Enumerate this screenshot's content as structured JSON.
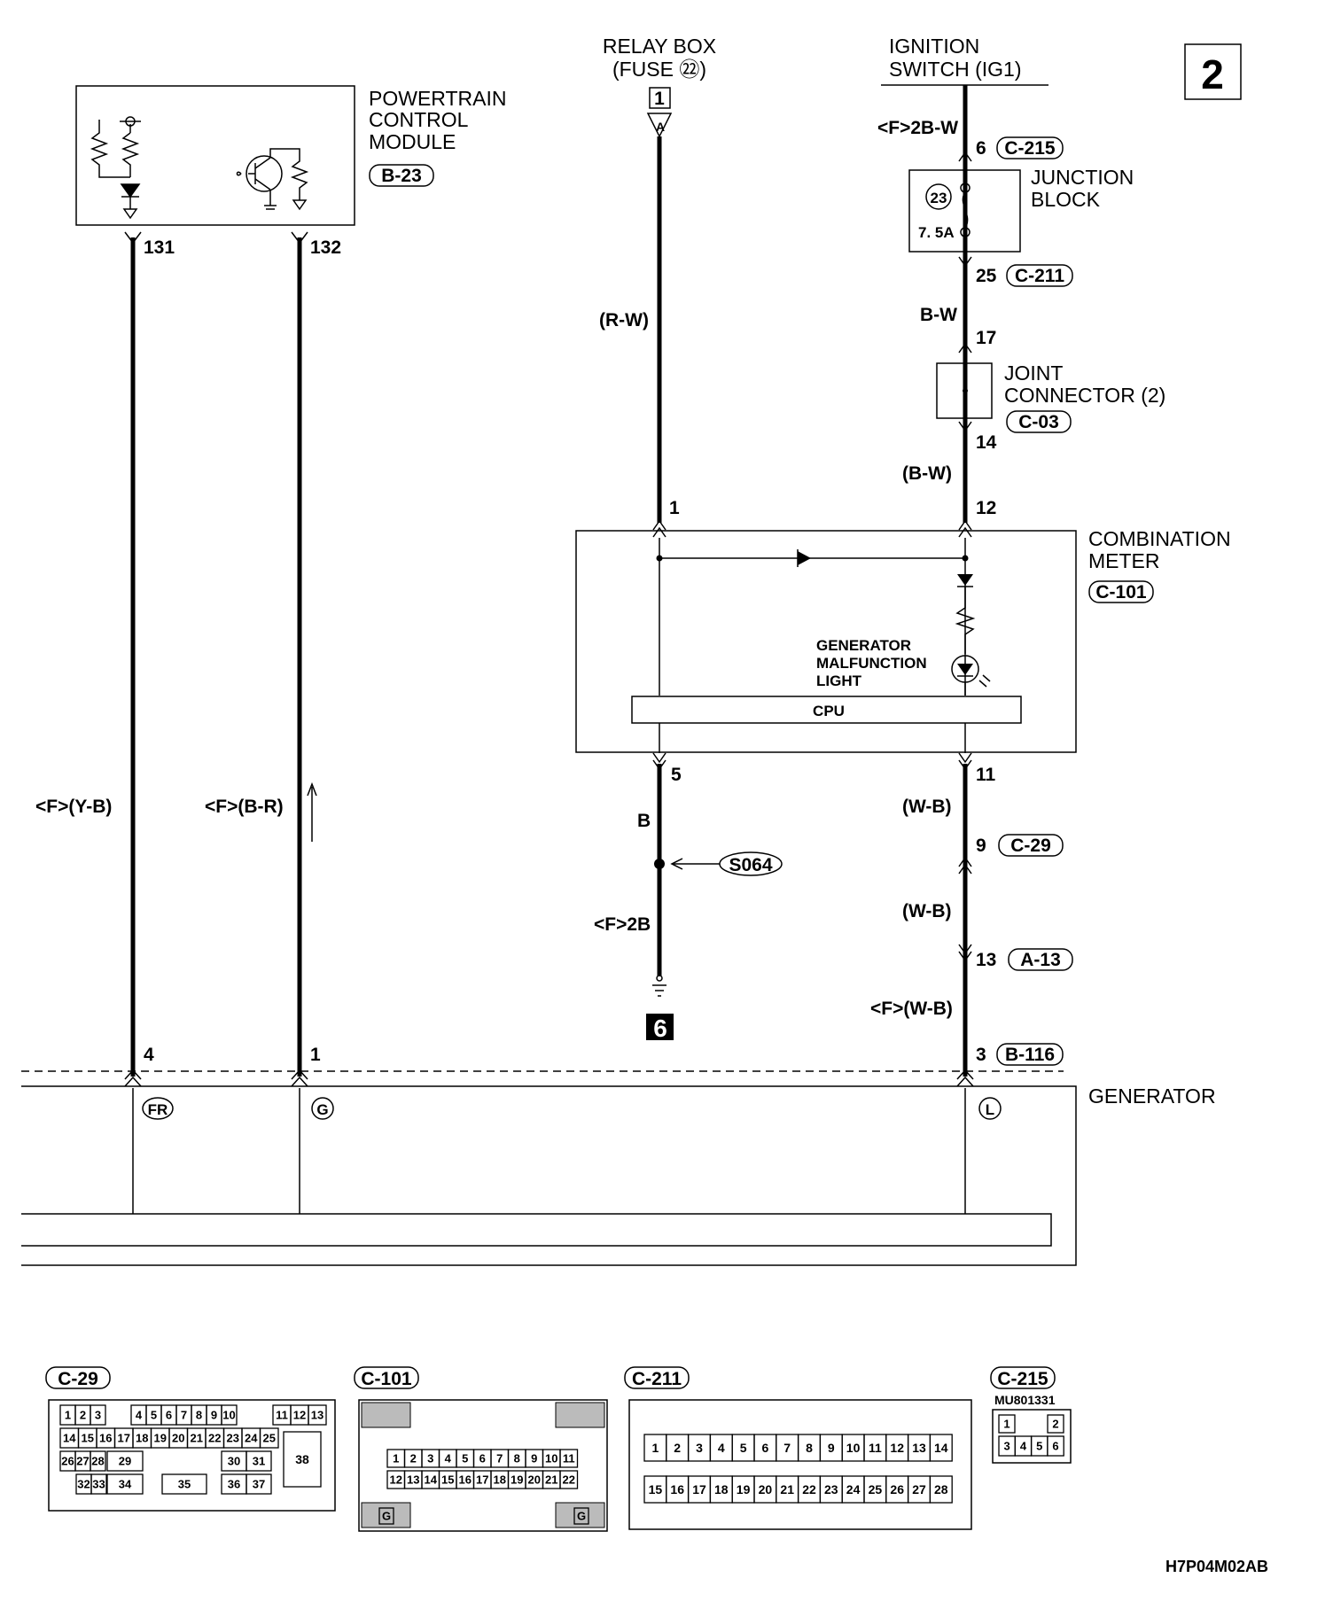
{
  "page_number": "2",
  "drawing_code": "H7P04M02AB",
  "components": {
    "relay_box": {
      "line1": "RELAY BOX",
      "line2": "(FUSE ㉒)",
      "terminal": "1",
      "conn": "A"
    },
    "ignition_switch": {
      "line1": "IGNITION",
      "line2": "SWITCH (IG1)"
    },
    "pcm": {
      "line1": "POWERTRAIN",
      "line2": "CONTROL",
      "line3": "MODULE",
      "conn": "B-23",
      "pin_a": "131",
      "pin_b": "132"
    },
    "junction_block": {
      "line1": "JUNCTION",
      "line2": "BLOCK",
      "fuse_no": "23",
      "fuse_rating": "7. 5A"
    },
    "joint_connector": {
      "line1": "JOINT",
      "line2": "CONNECTOR (2)",
      "conn": "C-03"
    },
    "combination_meter": {
      "line1": "COMBINATION",
      "line2": "METER",
      "conn": "C-101",
      "light_line1": "GENERATOR",
      "light_line2": "MALFUNCTION",
      "light_line3": "LIGHT",
      "cpu": "CPU"
    },
    "generator": {
      "label": "GENERATOR",
      "term_fr": "FR",
      "term_g": "G",
      "term_l": "L"
    },
    "ground": {
      "splice": "S064",
      "number": "6"
    }
  },
  "wires": {
    "relay_wire": "(R-W)",
    "ign_top": "<F>2B-W",
    "ign_pin1": "6",
    "ign_conn1": "C-215",
    "jb_pin_out": "25",
    "jb_conn_out": "C-211",
    "bw": "B-W",
    "jc_pin_in": "17",
    "jc_pin_out": "14",
    "bw2": "(B-W)",
    "meter_pin_relay": "1",
    "meter_pin_ign": "12",
    "meter_pin_gnd": "5",
    "meter_pin_l": "11",
    "gnd_wire1": "B",
    "gnd_wire2": "<F>2B",
    "wb1": "(W-B)",
    "pin_9": "9",
    "conn_c29": "C-29",
    "wb2": "(W-B)",
    "pin_13": "13",
    "conn_a13": "A-13",
    "fwb": "<F>(W-B)",
    "pin_3": "3",
    "conn_b116": "B-116",
    "fr_wire": "<F>(Y-B)",
    "g_wire": "<F>(B-R)",
    "gen_pin_fr": "4",
    "gen_pin_g": "1"
  },
  "connector_views": {
    "c29": {
      "title": "C-29",
      "row1": [
        "1",
        "2",
        "3",
        "4",
        "5",
        "6",
        "7",
        "8",
        "9",
        "10",
        "11",
        "12",
        "13"
      ],
      "row2": [
        "14",
        "15",
        "16",
        "17",
        "18",
        "19",
        "20",
        "21",
        "22",
        "23",
        "24",
        "25"
      ],
      "row3": [
        "26",
        "27",
        "28",
        "29",
        "30",
        "31"
      ],
      "row4": [
        "32",
        "33",
        "34",
        "35",
        "36",
        "37"
      ],
      "big": "38"
    },
    "c101": {
      "title": "C-101",
      "row1": [
        "1",
        "2",
        "3",
        "4",
        "5",
        "6",
        "7",
        "8",
        "9",
        "10",
        "11"
      ],
      "row2": [
        "12",
        "13",
        "14",
        "15",
        "16",
        "17",
        "18",
        "19",
        "20",
        "21",
        "22"
      ],
      "g": "G"
    },
    "c211": {
      "title": "C-211",
      "row1": [
        "1",
        "2",
        "3",
        "4",
        "5",
        "6",
        "7",
        "8",
        "9",
        "10",
        "11",
        "12",
        "13",
        "14"
      ],
      "row2": [
        "15",
        "16",
        "17",
        "18",
        "19",
        "20",
        "21",
        "22",
        "23",
        "24",
        "25",
        "26",
        "27",
        "28"
      ]
    },
    "c215": {
      "title": "C-215",
      "part": "MU801331",
      "row1": [
        "1",
        "2"
      ],
      "row2": [
        "3",
        "4",
        "5",
        "6"
      ]
    }
  }
}
